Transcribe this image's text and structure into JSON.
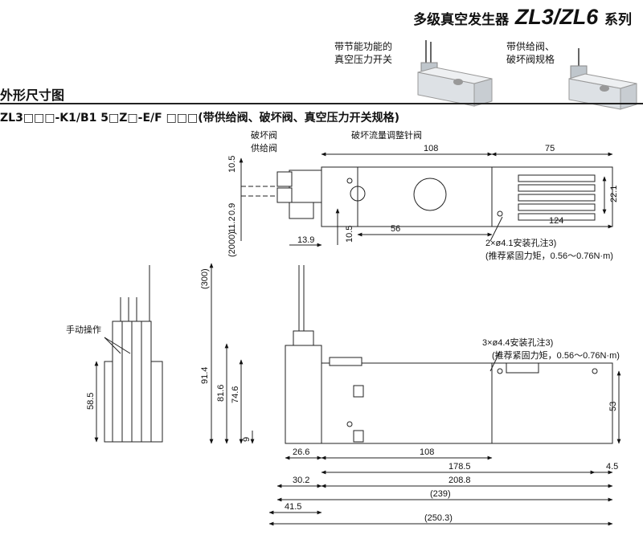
{
  "header": {
    "series_cn_prefix": "多级真空发生器",
    "series_model": "ZL3/ZL6",
    "series_cn_suffix": "系列"
  },
  "photos": {
    "left_caption": "带节能功能的\n真空压力开关",
    "right_caption": "带供给阀、\n破坏阀规格"
  },
  "section": {
    "heading": "外形尺寸图",
    "model_code": "ZL3□□□-K1/B1 5□Z□-E/F □□□(带供给阀、破坏阀、真空压力开关规格)"
  },
  "top_view": {
    "labels": {
      "break_valve": "破坏阀",
      "supply_valve": "供给阀",
      "flow_adjust": "破坏流量调整针阀",
      "mount_hole": "2×ø4.1安装孔注3)",
      "torque": "(推荐紧固力矩，0.56～0.76N·m)"
    },
    "dims": {
      "d108": "108",
      "d75": "75",
      "d10_5a": "10.5",
      "d0_9": "0.9",
      "d11_2": "11.2",
      "d2000": "(2000)",
      "d22_1": "22.1",
      "d56": "56",
      "d124": "124",
      "d13_9": "13.9",
      "d10_5b": "10.5"
    }
  },
  "side_view": {
    "labels": {
      "manual": "手动操作",
      "mount_hole": "3×ø4.4安装孔注3)",
      "torque": "(推荐紧固力矩，0.56～0.76N·m)"
    },
    "dims": {
      "d300": "(300)",
      "d58_5": "58.5",
      "d91_4": "91.4",
      "d81_6": "81.6",
      "d74_6": "74.6",
      "d9": "9",
      "d53": "53",
      "d26_6": "26.6",
      "d108": "108",
      "d178_5": "178.5",
      "d4_5": "4.5",
      "d30_2": "30.2",
      "d208_8": "208.8",
      "d239": "(239)",
      "d41_5": "41.5",
      "d250_3": "(250.3)"
    }
  }
}
